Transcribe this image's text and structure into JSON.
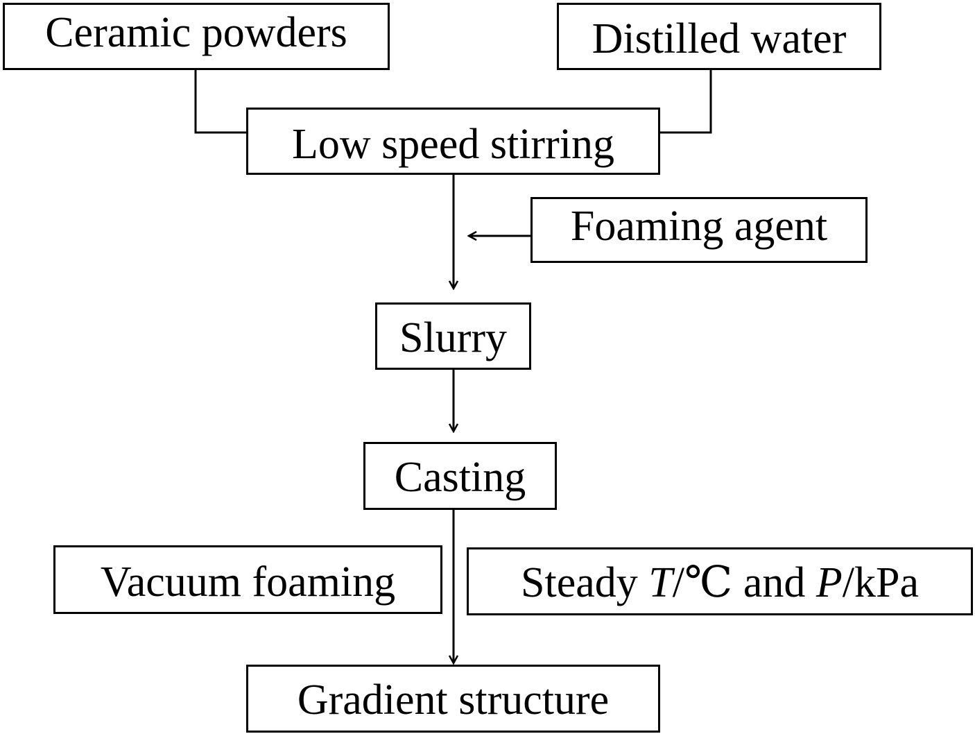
{
  "diagram": {
    "nodes": {
      "ceramic_powders": "Ceramic powders",
      "distilled_water": "Distilled water",
      "low_speed_stirring": "Low speed stirring",
      "foaming_agent": "Foaming agent",
      "slurry": "Slurry",
      "casting": "Casting",
      "vacuum_foaming": "Vacuum foaming",
      "steady_conditions": {
        "prefix": "Steady ",
        "t_symbol": "T",
        "t_unit": "/℃ and ",
        "p_symbol": "P",
        "p_unit": "/kPa"
      },
      "gradient_structure": "Gradient structure"
    },
    "line_color": "#000000"
  }
}
